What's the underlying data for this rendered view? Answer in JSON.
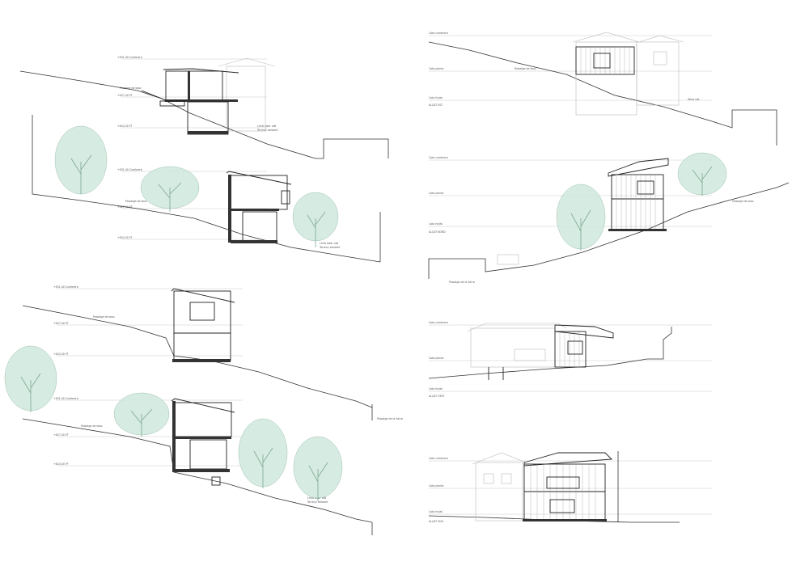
{
  "sheet": {
    "sections": [
      {
        "id": "section-a",
        "levels": [
          "+631.40 Cumbrera",
          "+627.40 FF",
          "+624.30 FF"
        ],
        "notes": [
          "Paisatge de bosc",
          "Limit solar vall",
          "Terreny existent"
        ]
      },
      {
        "id": "section-b",
        "levels": [
          "+631.40 Cumbrera",
          "+627.40 FF",
          "+624.30 FF"
        ],
        "notes": [
          "Paisatge de bosc",
          "Limit solar vall",
          "Terreny existent"
        ]
      },
      {
        "id": "section-c",
        "levels": [
          "+631.40 Cumbrera",
          "+627.40 FF",
          "+624.30 FF"
        ],
        "notes": [
          "Paisatge de bosc"
        ]
      },
      {
        "id": "section-d",
        "levels": [
          "+631.40 Cumbrera",
          "+627.40 FF",
          "+624.30 FF"
        ],
        "notes": [
          "Paisatge de bosc",
          "Limit solar vall",
          "Terreny existent",
          "Paisatge de la Serra"
        ]
      }
    ],
    "elevations": [
      {
        "id": "elevation-1",
        "title": "ALÇAT EST",
        "levels": [
          "Cota cumbrera",
          "Cota planta",
          "Cota forjat"
        ],
        "notes": [
          "Paisatge de bosc",
          "Talud nat"
        ]
      },
      {
        "id": "elevation-2",
        "title": "ALÇAT NORD",
        "levels": [
          "Cota cumbrera",
          "Cota planta",
          "Cota forjat"
        ],
        "notes": [
          "Paisatge de la Serra",
          "Paisatge de bosc"
        ]
      },
      {
        "id": "elevation-3",
        "title": "ALÇAT OEST",
        "levels": [
          "Cota cumbrera",
          "Cota planta",
          "Cota forjat"
        ],
        "notes": []
      },
      {
        "id": "elevation-4",
        "title": "ALÇAT SUD",
        "levels": [
          "Cota cumbrera",
          "Cota planta",
          "Cota forjat"
        ],
        "notes": []
      }
    ],
    "colors": {
      "line": "#222222",
      "ghost": "#bbbbbb",
      "tree_fill": "#cfe8dc",
      "tree_stroke": "#8fb8a4"
    }
  }
}
